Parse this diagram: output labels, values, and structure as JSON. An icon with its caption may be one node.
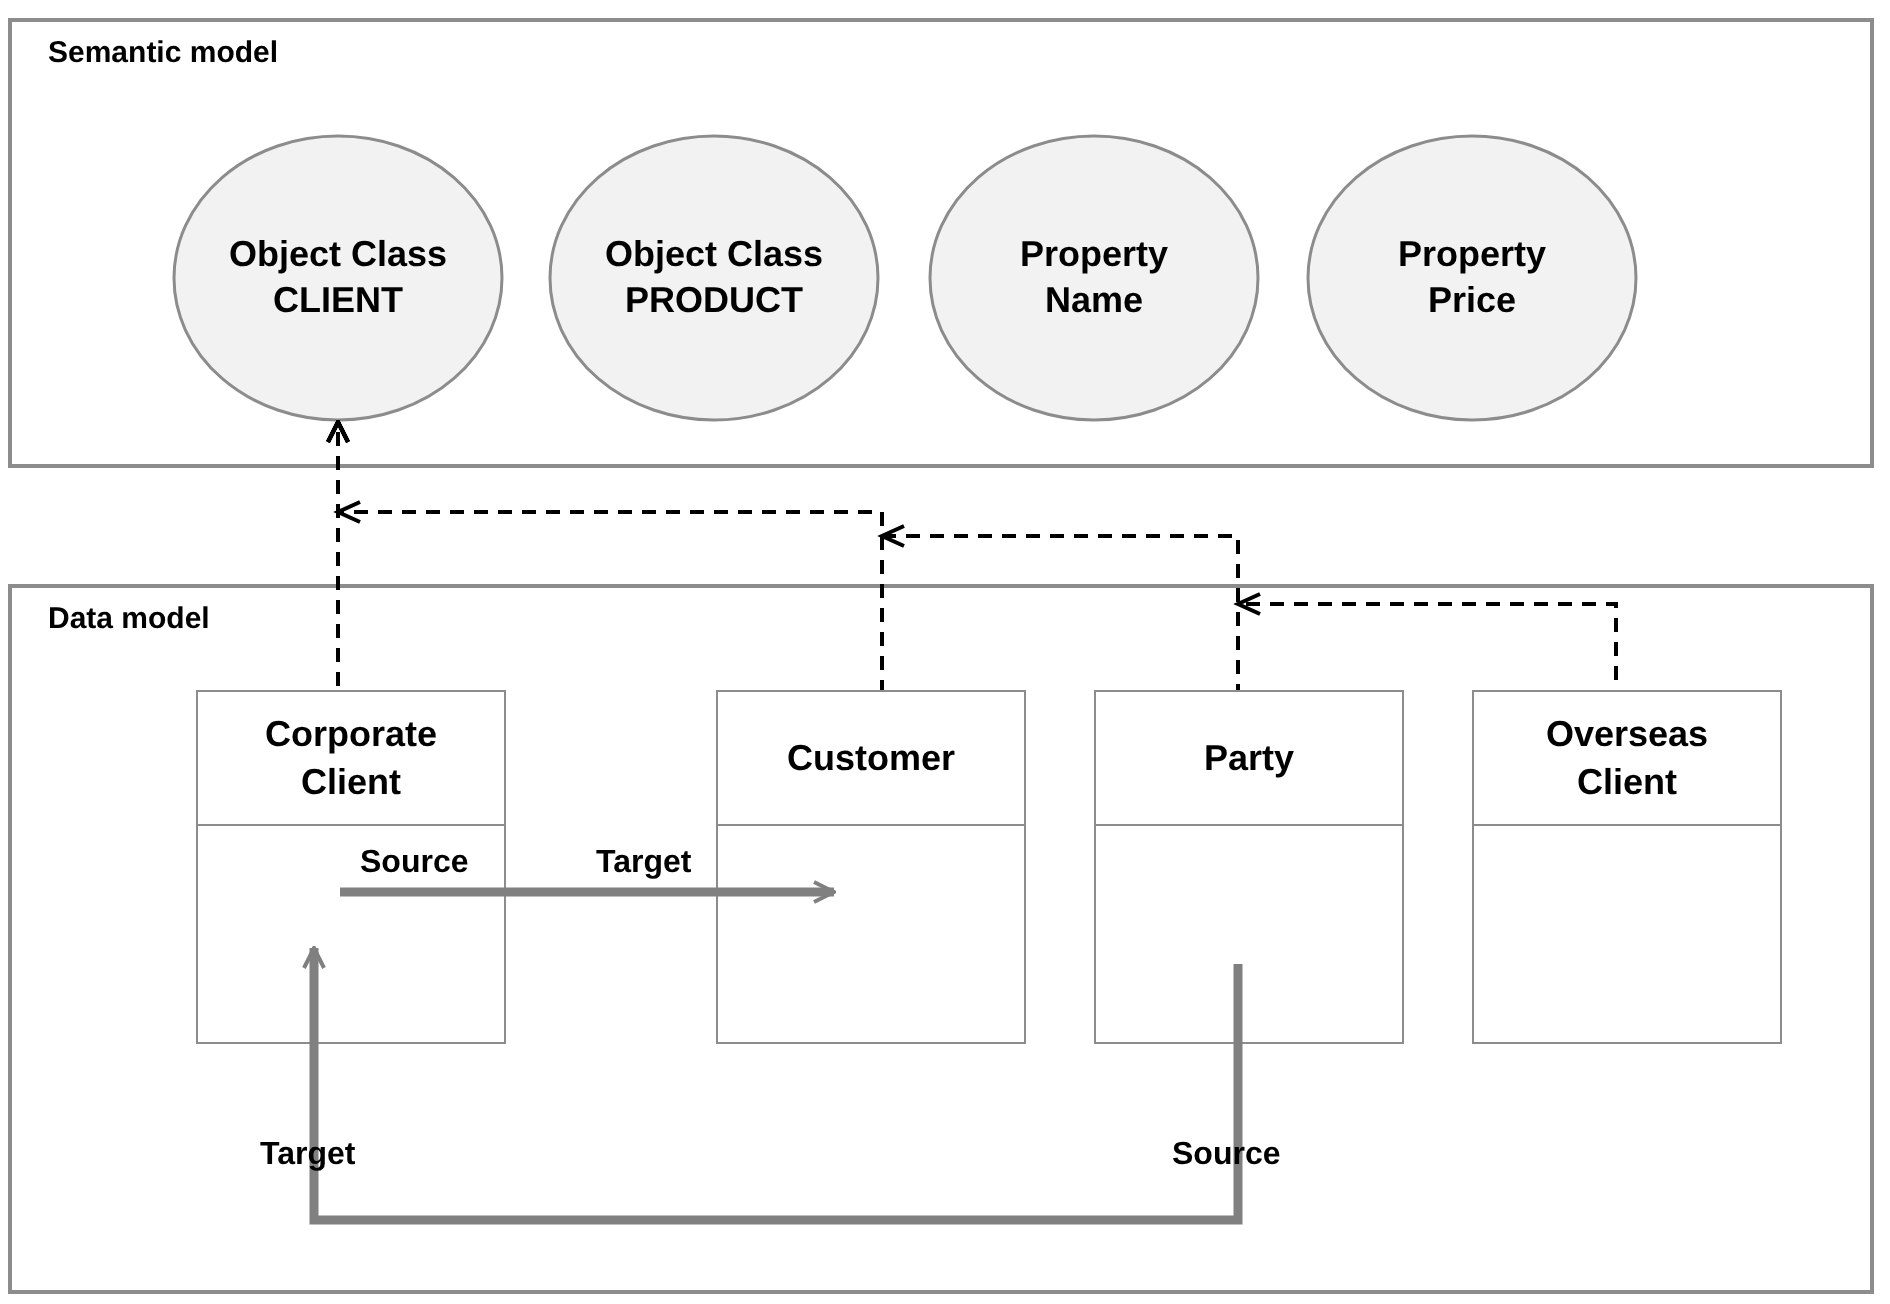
{
  "diagram": {
    "nodes": [
      {
        "text": [
          "Semantic model"
        ]
      },
      {
        "text": [
          "Object Class CLIENT"
        ],
        "in": 0
      },
      {
        "text": [
          "Object Class PRODUCT"
        ],
        "in": 0
      },
      {
        "text": [
          "Property Name"
        ],
        "in": 0
      },
      {
        "text": [
          "Property Price"
        ],
        "in": 0
      },
      {
        "text": [
          "Data model"
        ]
      },
      {
        "text": [
          "Corporate Client"
        ],
        "in": 5
      },
      {
        "text": [
          "Customer"
        ],
        "in": 5
      },
      {
        "text": [
          "Party"
        ],
        "in": 5
      },
      {
        "text": [
          "Overseas Client"
        ],
        "in": 5
      }
    ],
    "edges": [
      {
        "from": 6,
        "to": 1,
        "arrow": "to",
        "style": "dashed"
      },
      {
        "from": 7,
        "to": 1,
        "arrow": "to",
        "style": "dashed"
      },
      {
        "from": 8,
        "to": 1,
        "arrow": "to",
        "style": "dashed"
      },
      {
        "from": 9,
        "to": 1,
        "arrow": "to",
        "style": "dashed"
      },
      {
        "from": 6,
        "to": 7,
        "arrow": "to",
        "style": "thick",
        "color": "#808080"
      },
      {
        "from": 8,
        "to": 6,
        "arrow": "to",
        "style": "thick",
        "color": "#808080"
      }
    ],
    "labels": [
      "Source",
      "Target",
      "Target",
      "Source"
    ]
  }
}
